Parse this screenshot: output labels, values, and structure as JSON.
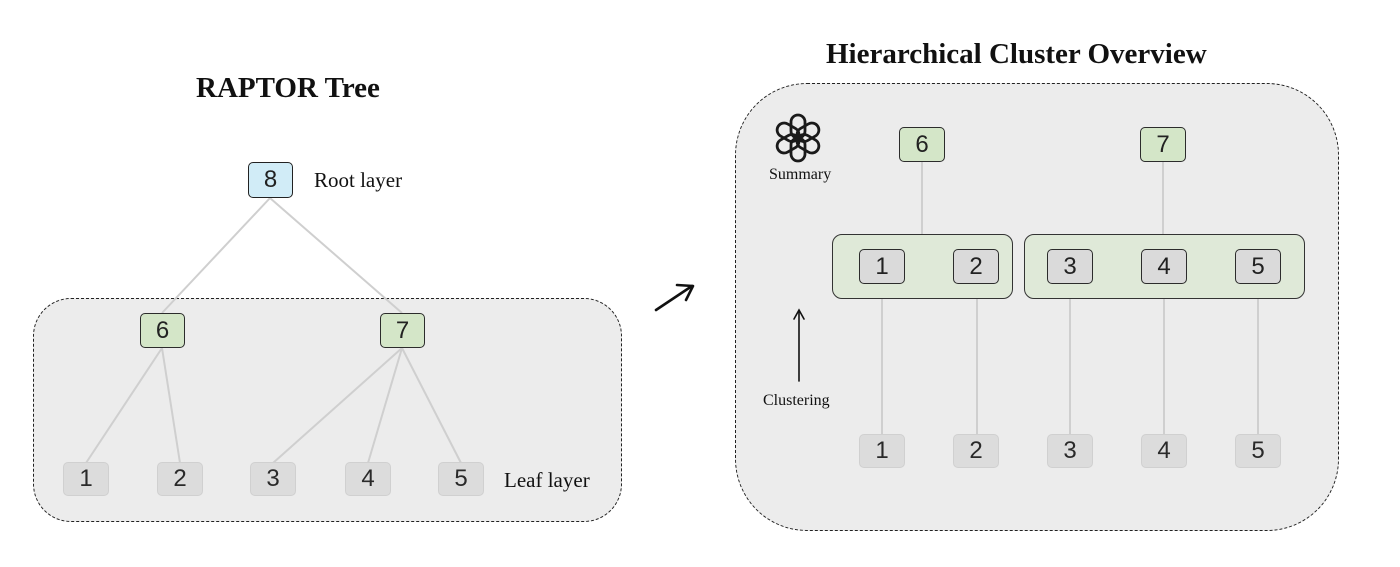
{
  "left": {
    "title": "RAPTOR Tree",
    "root_layer_label": "Root layer",
    "leaf_layer_label": "Leaf layer",
    "root_node": "8",
    "summary_nodes": [
      "6",
      "7"
    ],
    "leaf_nodes": [
      "1",
      "2",
      "3",
      "4",
      "5"
    ]
  },
  "right": {
    "title": "Hierarchical Cluster Overview",
    "summary_label": "Summary",
    "clustering_label": "Clustering",
    "summary_nodes": [
      "6",
      "7"
    ],
    "cluster_groups": [
      [
        "1",
        "2"
      ],
      [
        "3",
        "4",
        "5"
      ]
    ],
    "leaf_nodes": [
      "1",
      "2",
      "3",
      "4",
      "5"
    ]
  },
  "colors": {
    "root_fill": "#d1ecf7",
    "summary_fill": "#d4e6c8",
    "leaf_fill": "#dcdcdc",
    "panel_fill": "#ececec",
    "edge": "#cfcfcf"
  },
  "icons": {
    "summary": "openai-logo-icon",
    "arrow": "north-east-arrow-icon",
    "clustering": "up-arrow-icon"
  }
}
